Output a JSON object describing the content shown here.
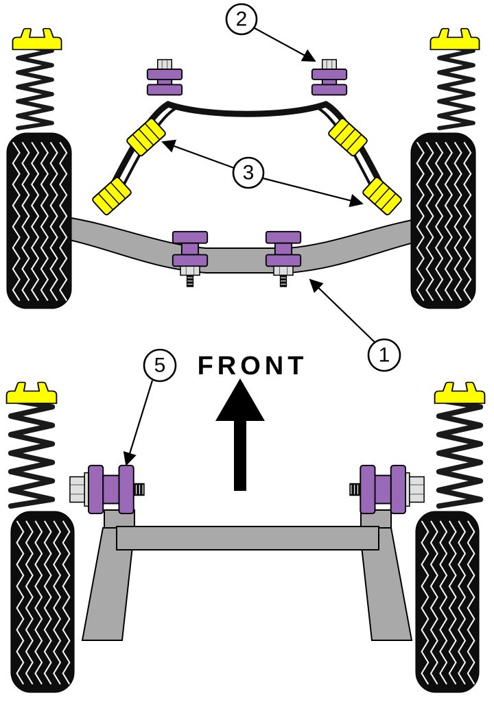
{
  "page": {
    "background": "#ffffff",
    "description_labels_only": true
  },
  "labels": {
    "front": "FRONT",
    "callout_1": "1",
    "callout_2": "2",
    "callout_3": "3",
    "callout_5": "5"
  },
  "colors": {
    "bushing_purple": "#9a6ab8",
    "bushing_yellow": "#ffff00",
    "metal_gray": "#a9a9a9",
    "nut_gray": "#e0e0e0",
    "line_black": "#111111",
    "tread_white": "#f2f2f2",
    "background": "#ffffff"
  }
}
